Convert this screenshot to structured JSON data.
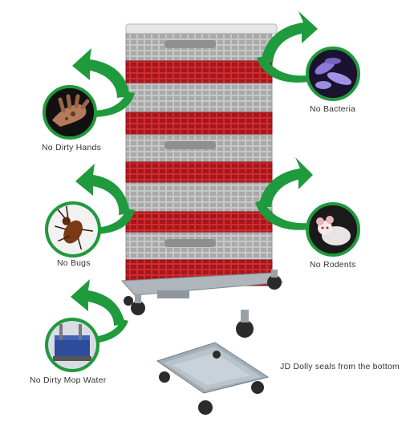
{
  "labels": {
    "bacteria": "No Bacteria",
    "hands": "No Dirty Hands",
    "bugs": "No Bugs",
    "rodents": "No Rodents",
    "mop": "No Dirty Mop Water",
    "dolly": "JD Dolly seals from the bottom"
  },
  "colors": {
    "arrow_green": "#1f9a3c",
    "rack_red": "#c9272d",
    "rack_gray": "#c4c4c4",
    "dolly_gray": "#9eaab2"
  },
  "icons": {
    "bacteria": "bacteria-photo",
    "hands": "dirty-hands-photo",
    "bugs": "cockroach-photo",
    "rodents": "mouse-photo",
    "mop": "mop-bucket-photo"
  }
}
